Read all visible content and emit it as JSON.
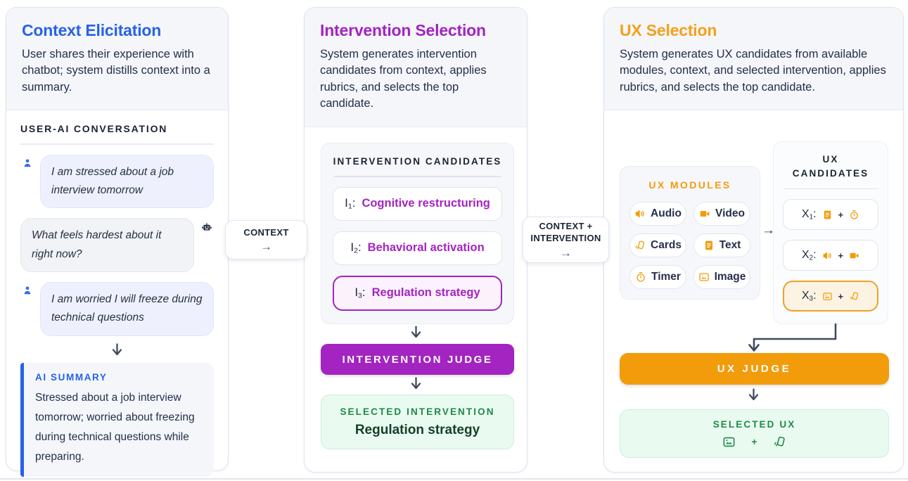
{
  "colors": {
    "blue": "#2761e9",
    "purple": "#a324c0",
    "orange": "#f29c0b",
    "green": "#1f8a48",
    "dark": "#232f49"
  },
  "connectors": {
    "context": {
      "label": "CONTEXT",
      "arrow": "→"
    },
    "context_intervention": {
      "line1": "CONTEXT +",
      "line2": "INTERVENTION",
      "arrow": "→"
    }
  },
  "panels": {
    "context": {
      "title": "Context Elicitation",
      "description": "User shares their experience with chatbot; system distills context into a summary.",
      "conversation_label": "USER-AI CONVERSATION",
      "messages": [
        {
          "role": "user",
          "avatar_icon": "person-icon",
          "text": "I am stressed about a job interview tomorrow"
        },
        {
          "role": "assistant",
          "avatar_icon": "robot-icon",
          "text": "What feels hardest about it right now?"
        },
        {
          "role": "user",
          "avatar_icon": "person-icon",
          "text": "I am worried I will freeze during technical questions"
        }
      ],
      "summary": {
        "label": "AI SUMMARY",
        "text": "Stressed about a job interview tomorrow; worried about freezing during technical questions while preparing."
      }
    },
    "intervention": {
      "title": "Intervention Selection",
      "description": "System generates intervention candidates from context, applies rubrics, and selects the top candidate.",
      "candidates_label": "INTERVENTION CANDIDATES",
      "candidates": [
        {
          "prefix": "I",
          "sub": "1",
          "suffix": ":",
          "name": "Cognitive restructuring",
          "selected": false
        },
        {
          "prefix": "I",
          "sub": "2",
          "suffix": ":",
          "name": "Behavioral activation",
          "selected": false
        },
        {
          "prefix": "I",
          "sub": "3",
          "suffix": ":",
          "name": "Regulation strategy",
          "selected": true
        }
      ],
      "judge_label": "INTERVENTION JUDGE",
      "selected": {
        "label": "SELECTED INTERVENTION",
        "value": "Regulation strategy"
      }
    },
    "ux": {
      "title": "UX Selection",
      "description": "System generates UX candidates from available modules, context, and selected intervention, applies rubrics, and selects the top candidate.",
      "modules_label": "UX MODULES",
      "modules": [
        {
          "icon": "audio-icon",
          "label": "Audio"
        },
        {
          "icon": "video-icon",
          "label": "Video"
        },
        {
          "icon": "cards-icon",
          "label": "Cards"
        },
        {
          "icon": "text-icon",
          "label": "Text"
        },
        {
          "icon": "timer-icon",
          "label": "Timer"
        },
        {
          "icon": "image-icon",
          "label": "Image"
        }
      ],
      "modules_arrow": "→",
      "candidates_label": "UX CANDIDATES",
      "plus": "+",
      "candidates": [
        {
          "prefix": "X",
          "sub": "1",
          "suffix": ":",
          "icons": [
            "text-icon",
            "timer-icon"
          ],
          "selected": false
        },
        {
          "prefix": "X",
          "sub": "2",
          "suffix": ":",
          "icons": [
            "audio-icon",
            "video-icon"
          ],
          "selected": false
        },
        {
          "prefix": "X",
          "sub": "3",
          "suffix": ":",
          "icons": [
            "image-icon",
            "cards-icon"
          ],
          "selected": true
        }
      ],
      "judge_label": "UX JUDGE",
      "selected": {
        "label": "SELECTED UX",
        "icons": [
          "image-icon",
          "cards-icon"
        ]
      }
    }
  }
}
